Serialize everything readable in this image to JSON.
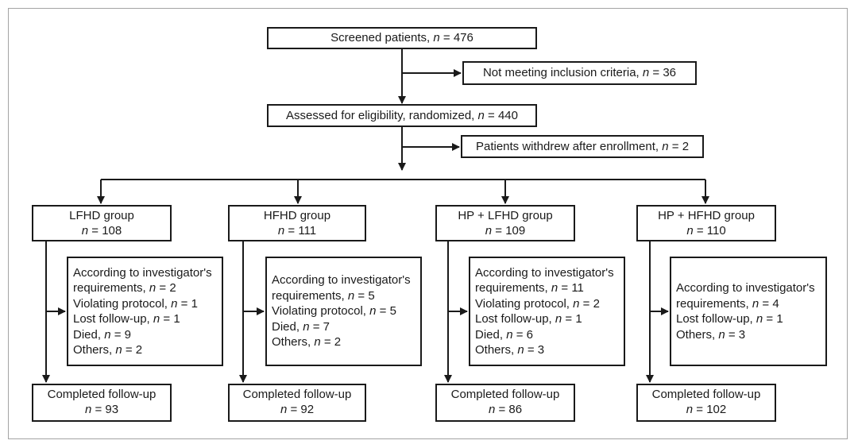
{
  "top": {
    "screened": {
      "label": "Screened patients, ",
      "n": "n",
      "rest": " = 476"
    },
    "not_meeting": {
      "label": "Not meeting inclusion criteria, ",
      "n": "n",
      "rest": " = 36"
    },
    "assessed": {
      "label": "Assessed for eligibility, randomized, ",
      "n": "n",
      "rest": " = 440"
    },
    "withdrew": {
      "label": "Patients withdrew after enrollment, ",
      "n": "n",
      "rest": " = 2"
    }
  },
  "groups": [
    {
      "name": "LFHD group",
      "n": "n",
      "count": " = 108",
      "exclusions": [
        {
          "label": "According to investigator's",
          "n": "",
          "rest": ""
        },
        {
          "label": "requirements, ",
          "n": "n",
          "rest": " = 2"
        },
        {
          "label": "Violating protocol, ",
          "n": "n",
          "rest": " = 1"
        },
        {
          "label": "Lost follow-up, ",
          "n": "n",
          "rest": " = 1"
        },
        {
          "label": "Died, ",
          "n": "n",
          "rest": " = 9"
        },
        {
          "label": "Others, ",
          "n": "n",
          "rest": " = 2"
        }
      ],
      "completed": "Completed follow-up",
      "completed_n": "n",
      "completed_count": " = 93"
    },
    {
      "name": "HFHD group",
      "n": "n",
      "count": " = 111",
      "exclusions": [
        {
          "label": "According to investigator's",
          "n": "",
          "rest": ""
        },
        {
          "label": "requirements, ",
          "n": "n",
          "rest": " = 5"
        },
        {
          "label": "Violating protocol, ",
          "n": "n",
          "rest": " = 5"
        },
        {
          "label": "Died, ",
          "n": "n",
          "rest": " = 7"
        },
        {
          "label": "Others, ",
          "n": "n",
          "rest": " = 2"
        }
      ],
      "completed": "Completed follow-up",
      "completed_n": "n",
      "completed_count": " = 92"
    },
    {
      "name": "HP + LFHD group",
      "n": "n",
      "count": " = 109",
      "exclusions": [
        {
          "label": "According to investigator's",
          "n": "",
          "rest": ""
        },
        {
          "label": "requirements, ",
          "n": "n",
          "rest": " = 11"
        },
        {
          "label": "Violating protocol, ",
          "n": "n",
          "rest": " = 2"
        },
        {
          "label": "Lost follow-up, ",
          "n": "n",
          "rest": " = 1"
        },
        {
          "label": "Died, ",
          "n": "n",
          "rest": " = 6"
        },
        {
          "label": "Others, ",
          "n": "n",
          "rest": " = 3"
        }
      ],
      "completed": "Completed follow-up",
      "completed_n": "n",
      "completed_count": " = 86"
    },
    {
      "name": "HP + HFHD group",
      "n": "n",
      "count": " = 110",
      "exclusions": [
        {
          "label": "According to investigator's",
          "n": "",
          "rest": ""
        },
        {
          "label": "requirements, ",
          "n": "n",
          "rest": " = 4"
        },
        {
          "label": "Lost follow-up, ",
          "n": "n",
          "rest": " = 1"
        },
        {
          "label": "Others, ",
          "n": "n",
          "rest": " = 3"
        }
      ],
      "completed": "Completed follow-up",
      "completed_n": "n",
      "completed_count": " = 102"
    }
  ]
}
